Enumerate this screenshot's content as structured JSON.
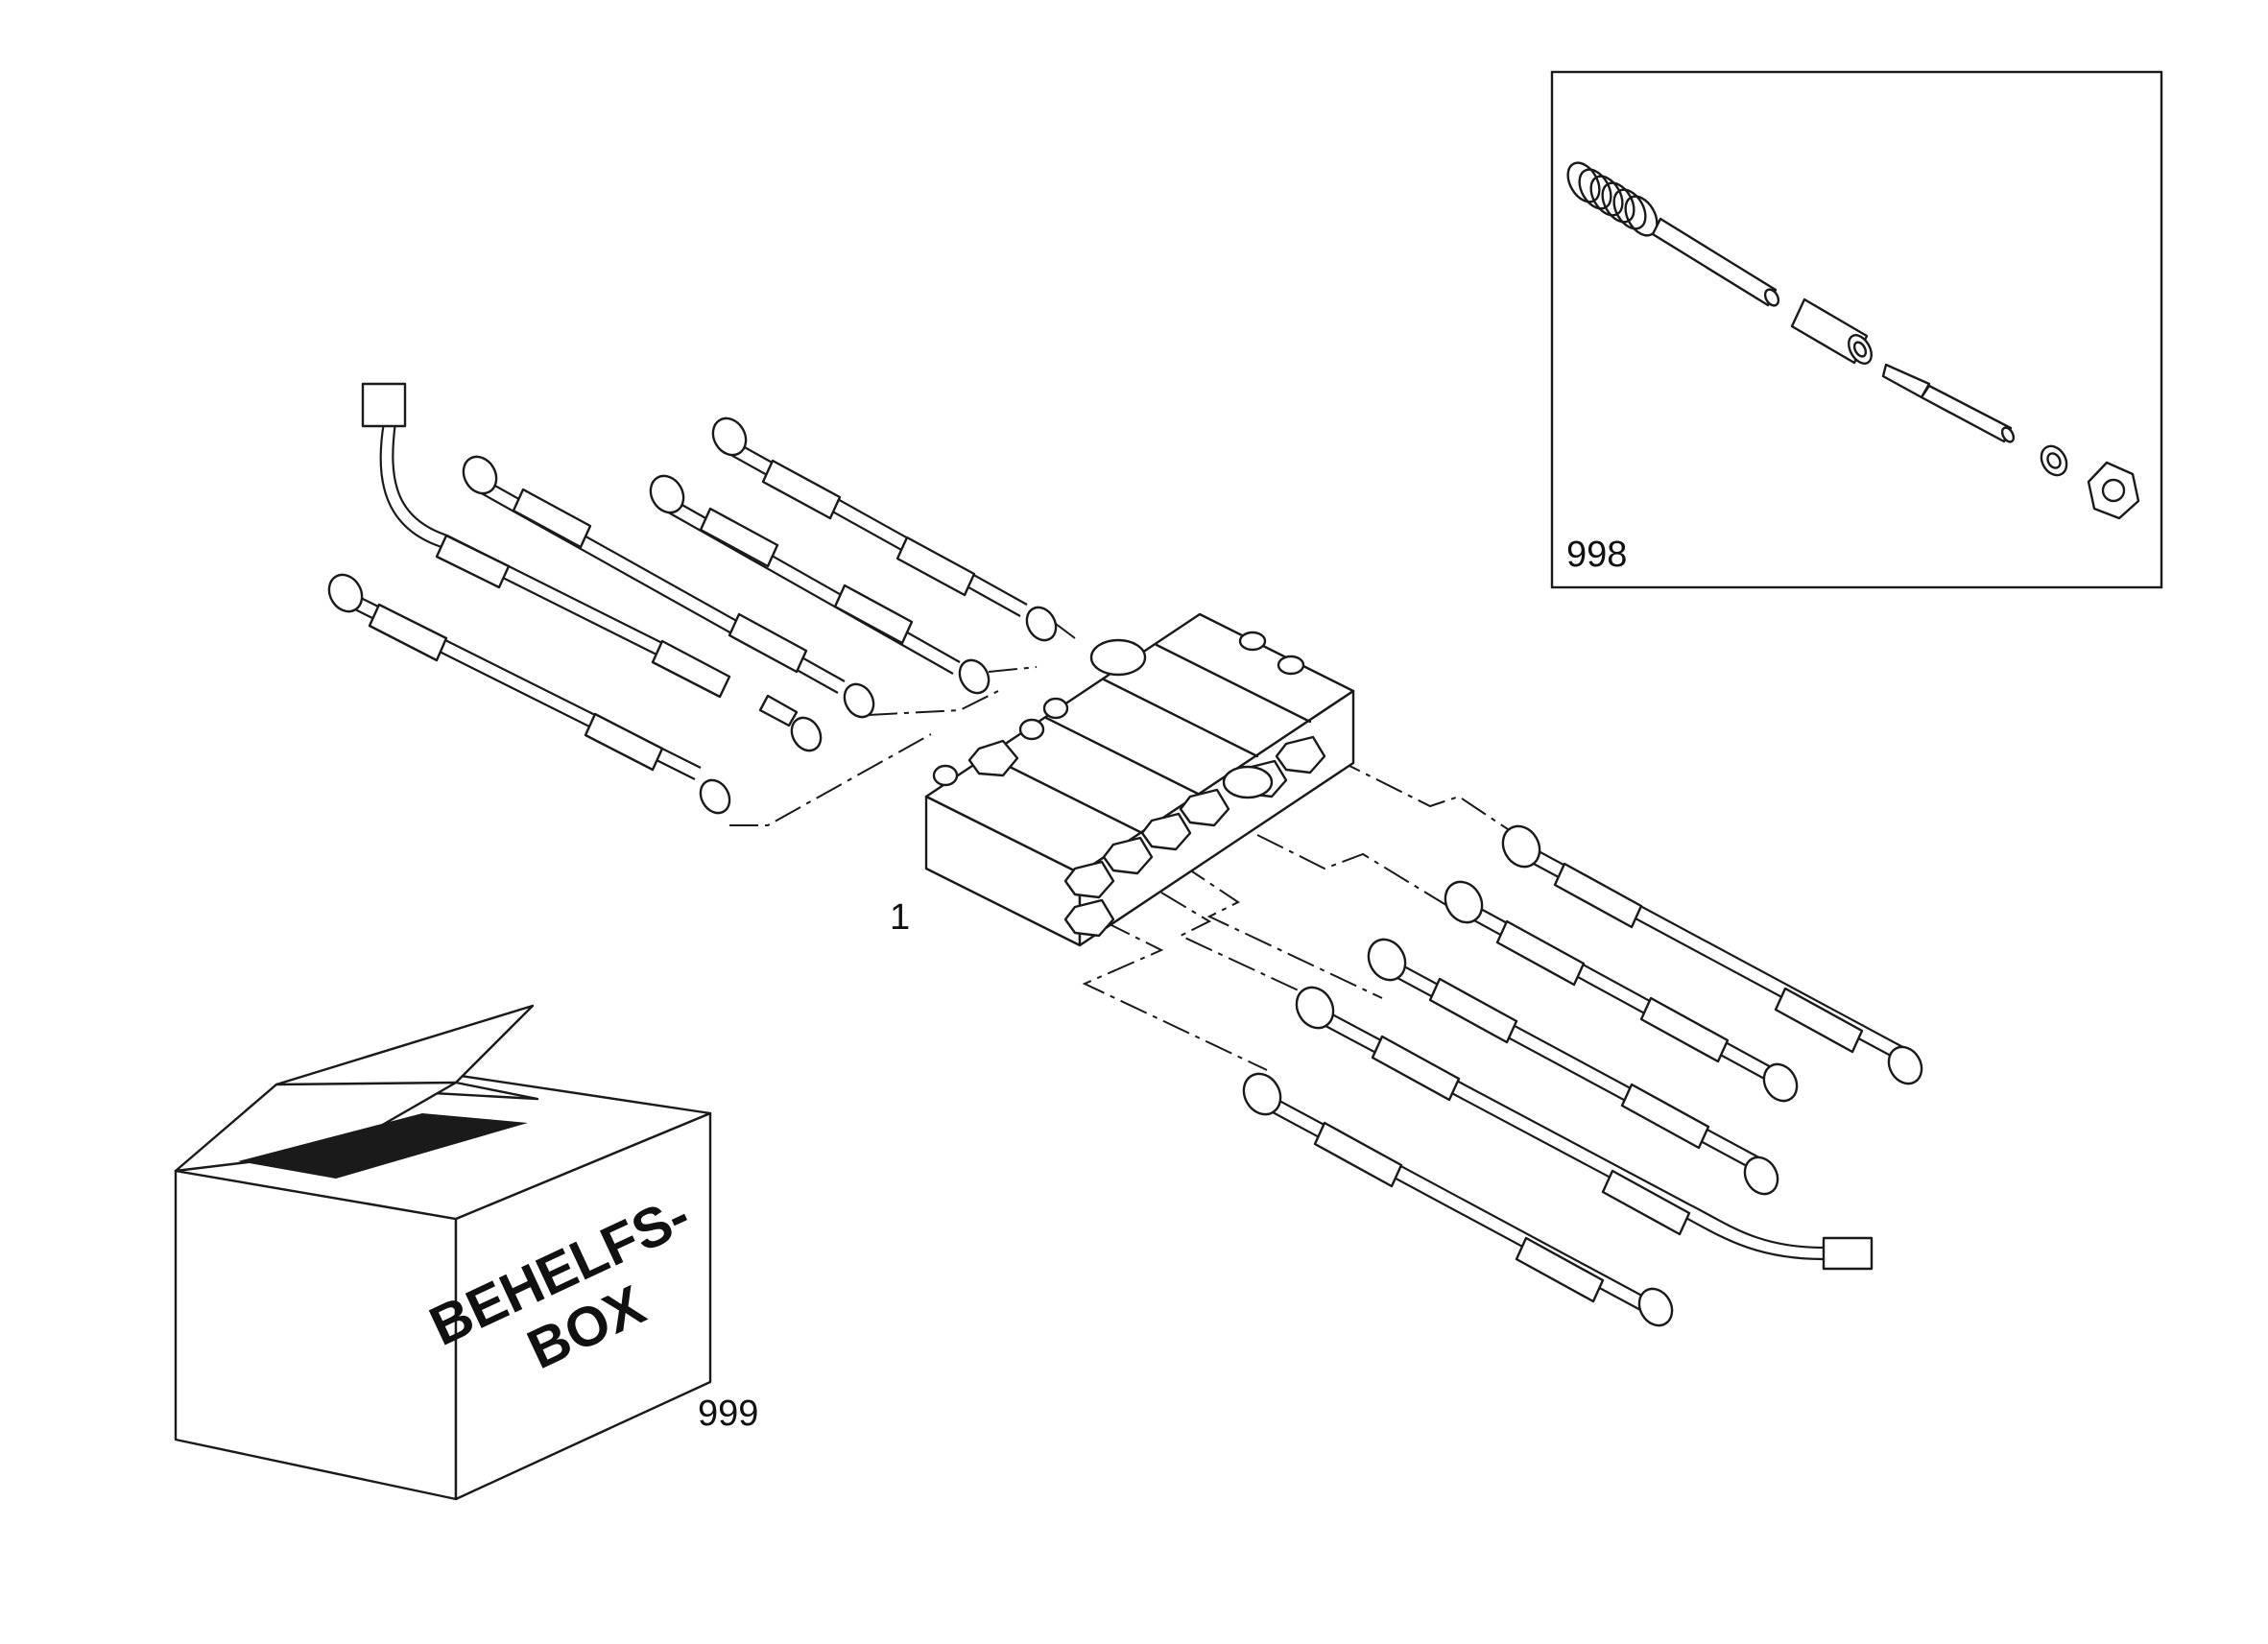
{
  "labels": {
    "distributor": "1",
    "detail_inset": "998",
    "box": "999"
  },
  "box_text": {
    "line1": "BEHELFS-",
    "line2": "BOX"
  },
  "colors": {
    "ink": "#1a1a1a",
    "background": "#ffffff",
    "box_slot": "#1a1a1a"
  }
}
